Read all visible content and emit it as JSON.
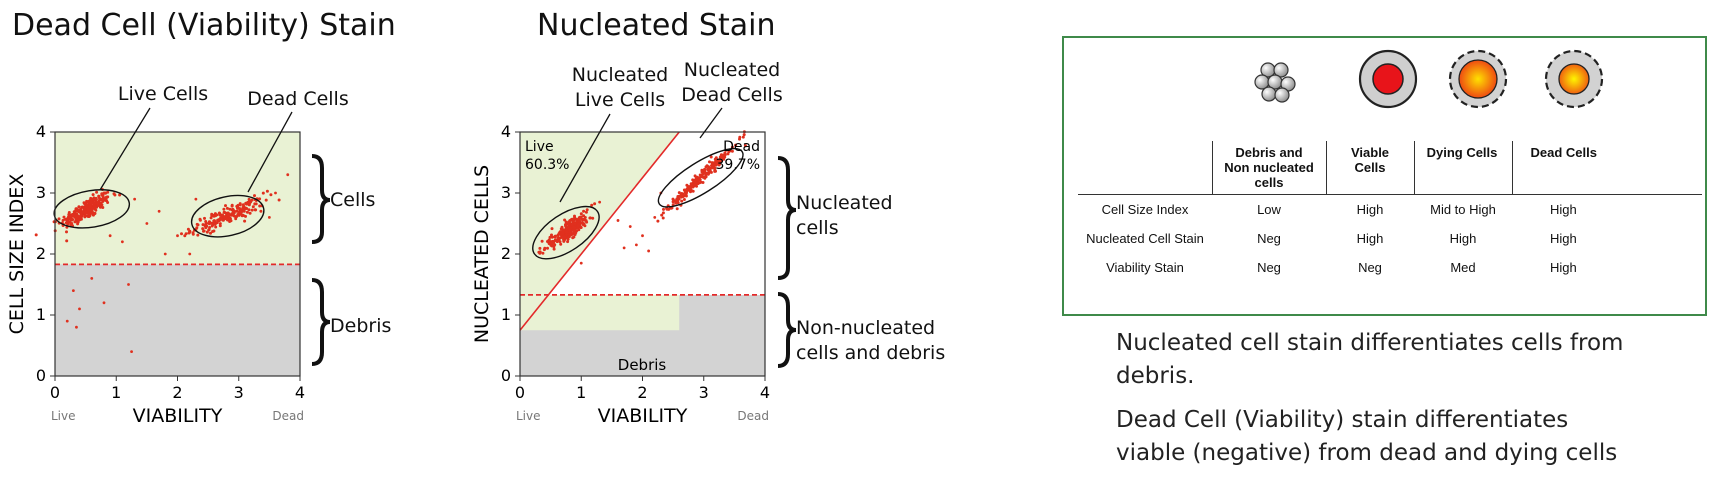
{
  "colors": {
    "live_region": "#e9f2d4",
    "debris_region": "#d3d3d3",
    "points": "#e0301e",
    "threshold": "#e32a2a",
    "border": "#3f8a4a"
  },
  "chart_data": [
    {
      "type": "scatter",
      "title": "Dead Cell (Viability) Stain",
      "xlabel": "VIABILITY",
      "ylabel": "CELL SIZE INDEX",
      "x_end_labels": {
        "left": "Live",
        "right": "Dead"
      },
      "xlim": [
        0,
        4
      ],
      "ylim": [
        0,
        4
      ],
      "xticks": [
        "0",
        "1",
        "2",
        "3",
        "4"
      ],
      "yticks": [
        "0",
        "1",
        "2",
        "3",
        "4"
      ],
      "threshold_y": 1.83,
      "clusters": [
        {
          "name": "Live Cells",
          "center": [
            0.5,
            2.72
          ],
          "spread": [
            0.2,
            0.08
          ],
          "tilt": 0.55,
          "n": 260
        },
        {
          "name": "Dead Cells",
          "center": [
            2.82,
            2.63
          ],
          "spread": [
            0.3,
            0.07
          ],
          "tilt": 0.4,
          "n": 200
        }
      ],
      "ellipses": [
        {
          "center": [
            0.6,
            2.74
          ],
          "rx": 0.62,
          "ry": 0.3,
          "tilt": 0.18
        },
        {
          "center": [
            2.82,
            2.62
          ],
          "rx": 0.6,
          "ry": 0.32,
          "tilt": 0.25
        }
      ],
      "scatter_points": [
        [
          0.3,
          1.4
        ],
        [
          0.4,
          1.1
        ],
        [
          0.2,
          0.9
        ],
        [
          0.6,
          1.6
        ],
        [
          1.1,
          2.2
        ],
        [
          1.5,
          2.5
        ],
        [
          2.0,
          2.3
        ],
        [
          1.7,
          2.7
        ],
        [
          1.3,
          2.9
        ],
        [
          2.2,
          2.0
        ],
        [
          3.6,
          3.0
        ],
        [
          3.8,
          3.3
        ],
        [
          1.2,
          1.5
        ],
        [
          0.8,
          1.2
        ],
        [
          0.35,
          0.8
        ],
        [
          1.25,
          0.4
        ],
        [
          3.5,
          2.6
        ],
        [
          2.3,
          2.9
        ],
        [
          0.9,
          2.3
        ],
        [
          1.8,
          2.0
        ]
      ],
      "annotations": [
        {
          "text": "Live Cells",
          "target": "cluster-0"
        },
        {
          "text": "Dead Cells",
          "target": "cluster-1"
        }
      ],
      "brackets": [
        "Cells",
        "Debris"
      ]
    },
    {
      "type": "scatter",
      "title": "Nucleated Stain",
      "xlabel": "VIABILITY",
      "ylabel": "NUCLEATED CELLS",
      "x_end_labels": {
        "left": "Live",
        "right": "Dead"
      },
      "xlim": [
        0,
        4
      ],
      "ylim": [
        0,
        4
      ],
      "xticks": [
        "0",
        "1",
        "2",
        "3",
        "4"
      ],
      "yticks": [
        "0",
        "1",
        "2",
        "3",
        "4"
      ],
      "threshold_y": 1.33,
      "diagonal": [
        [
          0,
          0.75
        ],
        [
          2.6,
          4.0
        ]
      ],
      "gates": [
        {
          "name": "Live",
          "value": "60.3%"
        },
        {
          "name": "Dead",
          "value": "39.7%"
        }
      ],
      "region_label": "Debris",
      "clusters": [
        {
          "name": "Nucleated Live Cells",
          "center": [
            0.78,
            2.38
          ],
          "spread": [
            0.2,
            0.07
          ],
          "tilt": 0.7,
          "n": 260
        },
        {
          "name": "Nucleated Dead Cells",
          "center": [
            2.95,
            3.25
          ],
          "spread": [
            0.27,
            0.05
          ],
          "tilt": 0.95,
          "n": 220
        }
      ],
      "ellipses": [
        {
          "center": [
            0.75,
            2.35
          ],
          "rx": 0.62,
          "ry": 0.3,
          "tilt": 0.75
        },
        {
          "center": [
            2.95,
            3.25
          ],
          "rx": 0.8,
          "ry": 0.25,
          "tilt": 0.7
        }
      ],
      "scatter_points": [
        [
          1.9,
          2.15
        ],
        [
          2.0,
          2.3
        ],
        [
          1.8,
          2.45
        ],
        [
          2.2,
          2.6
        ],
        [
          1.7,
          2.1
        ],
        [
          2.45,
          2.75
        ],
        [
          1.3,
          2.85
        ],
        [
          1.0,
          1.85
        ],
        [
          2.3,
          3.0
        ],
        [
          1.6,
          2.55
        ],
        [
          2.1,
          2.05
        ],
        [
          2.6,
          2.9
        ]
      ],
      "annotations": [
        {
          "text": "Nucleated\nLive Cells",
          "target": "cluster-0"
        },
        {
          "text": "Nucleated\nDead Cells",
          "target": "cluster-1"
        }
      ],
      "brackets": [
        "Nucleated\ncells",
        "Non-nucleated\ncells and debris"
      ]
    }
  ],
  "legend": {
    "icons": [
      "debris-cluster-icon",
      "viable-cell-icon",
      "dying-cell-icon",
      "dead-cell-icon"
    ],
    "headers": [
      "Debris and\nNon nucleated\ncells",
      "Viable\nCells",
      "Dying Cells",
      "Dead Cells"
    ],
    "rows": [
      {
        "label": "Cell Size Index",
        "values": [
          "Low",
          "High",
          "Mid to High",
          "High"
        ]
      },
      {
        "label": "Nucleated Cell Stain",
        "values": [
          "Neg",
          "High",
          "High",
          "High"
        ]
      },
      {
        "label": "Viability Stain",
        "values": [
          "Neg",
          "Neg",
          "Med",
          "High"
        ]
      }
    ]
  },
  "descriptions": [
    "Nucleated cell stain differentiates cells from\ndebris.",
    "Dead Cell (Viability) stain differentiates\nviable (negative) from dead and dying cells"
  ]
}
